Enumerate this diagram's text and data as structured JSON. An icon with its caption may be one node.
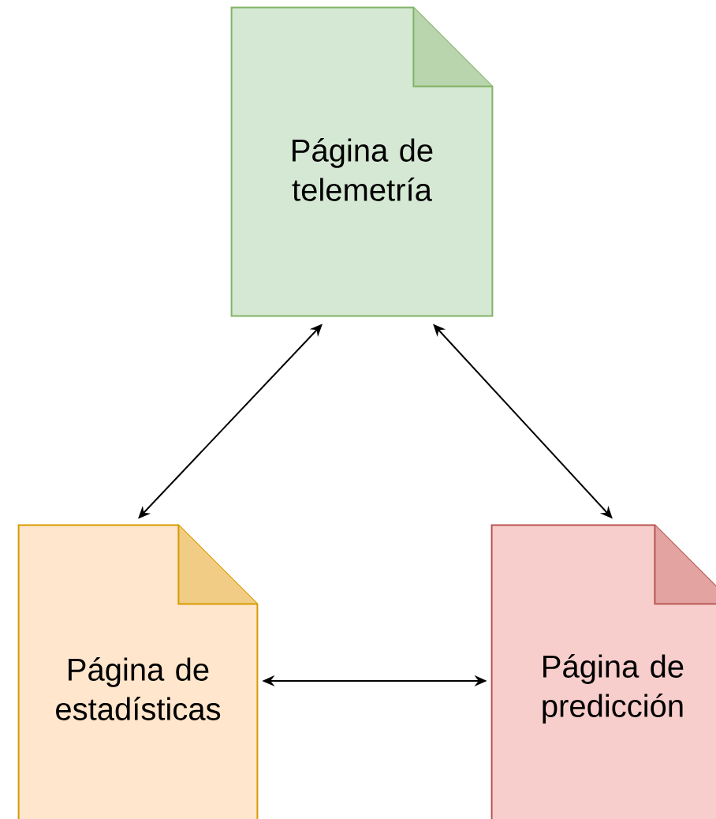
{
  "diagram": {
    "nodes": [
      {
        "text": [
          "Página de telemetría"
        ]
      },
      {
        "text": [
          "Página de estadísticas"
        ]
      },
      {
        "text": [
          "Página de predicción"
        ]
      }
    ],
    "edges": [
      {
        "from": 0,
        "to": 1,
        "arrow": "both"
      },
      {
        "from": 0,
        "to": 2,
        "arrow": "both"
      },
      {
        "from": 1,
        "to": 2,
        "arrow": "both"
      }
    ]
  }
}
